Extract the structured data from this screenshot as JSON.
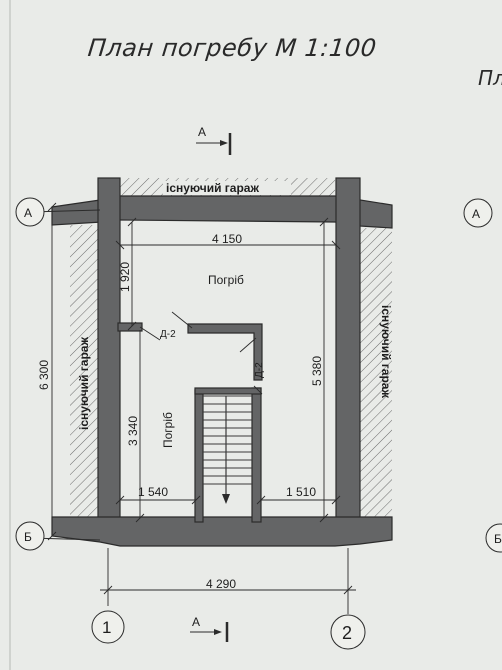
{
  "title": "План погребу  М 1:100",
  "title_right": "Пл",
  "section_label_top": "А",
  "section_label_bottom": "А",
  "axis_a": "А",
  "axis_b": "Б",
  "axis_a_right": "А",
  "axis_b_right": "Б",
  "axis_1": "1",
  "axis_2": "2",
  "garage_top": "існуючий гараж",
  "garage_left": "існуючий гараж",
  "garage_right": "існуючий гараж",
  "room_upper": "Погріб",
  "room_lower": "Погріб",
  "door_left": "Д-2",
  "door_right": "Д-2",
  "dims": {
    "inner_width": "4 150",
    "overall_width": "4 290",
    "upper_depth": "1 920",
    "lower_depth": "3 340",
    "overall_height": "6 300",
    "right_depth": "5 380",
    "left_lower": "1 540",
    "right_lower": "1 510"
  }
}
